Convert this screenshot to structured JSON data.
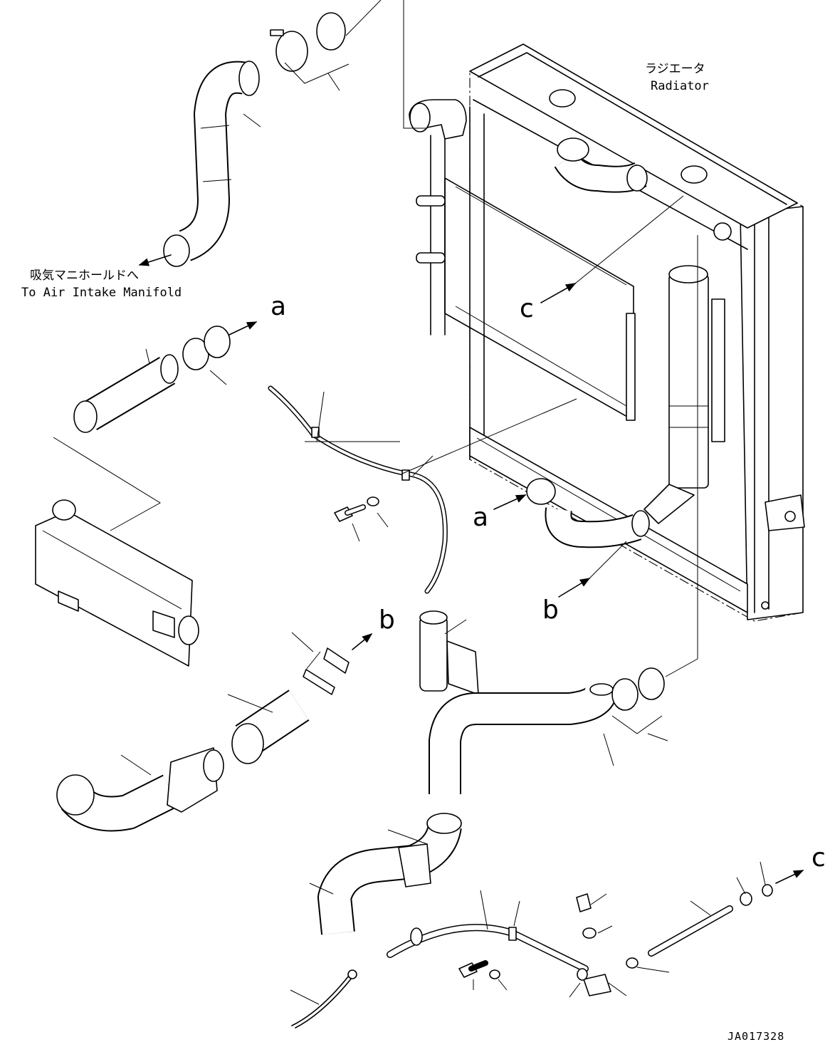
{
  "labels": {
    "radiator_jp": "ラジエータ",
    "radiator_en": "Radiator",
    "intake_jp": "吸気マニホールドへ",
    "intake_en": "To Air Intake Manifold",
    "doc_number": "JA017328"
  },
  "markers": {
    "a_top": "a",
    "a_radiator": "a",
    "b_top": "b",
    "b_radiator": "b",
    "c_radiator": "c",
    "c_bottom": "c"
  }
}
